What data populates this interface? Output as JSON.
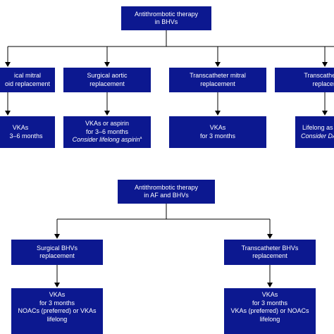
{
  "colors": {
    "box_fill": "#0c1890",
    "box_text": "#ffffff",
    "connector": "#000000"
  },
  "diagram1": {
    "root": {
      "line1": "Antithrombotic therapy",
      "line2": "in BHVs"
    },
    "branches": [
      {
        "label_line1": "ical mitral",
        "label_line2": "oid replacement",
        "therapy": [
          "VKAs",
          "3–6 months"
        ]
      },
      {
        "label_line1": "Surgical aortic",
        "label_line2": "replacement",
        "therapy": [
          "VKAs or aspirin",
          "for 3–6 months"
        ],
        "therapy_italic": "Consider lifelong aspirin",
        "therapy_sup": "a"
      },
      {
        "label_line1": "Transcatheter mitral",
        "label_line2": "replacement",
        "therapy": [
          "VKAs",
          "for 3 months"
        ]
      },
      {
        "label_line1": "Transcatheter",
        "label_line2": "replacem",
        "therapy": [
          "Lifelong as"
        ],
        "therapy_italic": "Consider DAPT"
      }
    ]
  },
  "diagram2": {
    "root": {
      "line1": "Antithrombotic therapy",
      "line2": "in AF and BHVs"
    },
    "branches": [
      {
        "label_line1": "Surgical BHVs",
        "label_line2": "replacement",
        "therapy": [
          "VKAs",
          "for 3 months",
          "NOACs (preferred) or VKAs",
          "lifelong"
        ]
      },
      {
        "label_line1": "Transcatheter BHVs",
        "label_line2": "replacement",
        "therapy": [
          "VKAs",
          "for 3 months",
          "VKAs (preferred) or NOACs",
          "lifelong"
        ]
      }
    ]
  }
}
